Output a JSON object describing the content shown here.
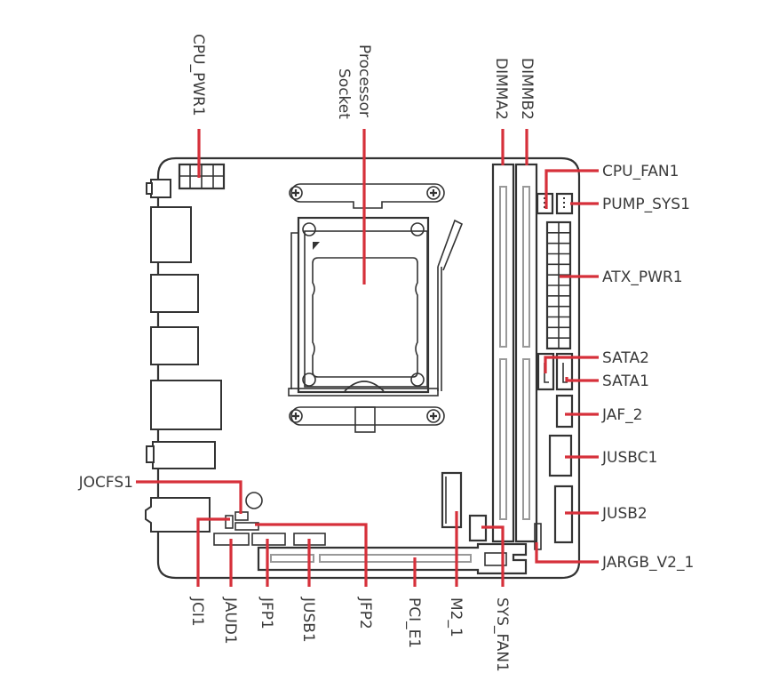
{
  "diagram": {
    "type": "motherboard-layout",
    "accent_color": "#d6303a",
    "line_color": "#333333"
  },
  "labels": {
    "cpu_pwr1": "CPU_PWR1",
    "processor_socket_line1": "Processor",
    "processor_socket_line2": "Socket",
    "dimma2": "DIMMA2",
    "dimmb2": "DIMMB2",
    "cpu_fan1": "CPU_FAN1",
    "pump_sys1": "PUMP_SYS1",
    "atx_pwr1": "ATX_PWR1",
    "sata2": "SATA2",
    "sata1": "SATA1",
    "jaf_2": "JAF_2",
    "jusbc1": "JUSBC1",
    "jusb2": "JUSB2",
    "jargb_v2_1": "JARGB_V2_1",
    "jocfs1": "JOCFS1",
    "jci1": "JCI1",
    "jaud1": "JAUD1",
    "jfp1": "JFP1",
    "jusb1": "JUSB1",
    "jfp2": "JFP2",
    "pci_e1": "PCI_E1",
    "m2_1": "M2_1",
    "sys_fan1": "SYS_FAN1"
  }
}
